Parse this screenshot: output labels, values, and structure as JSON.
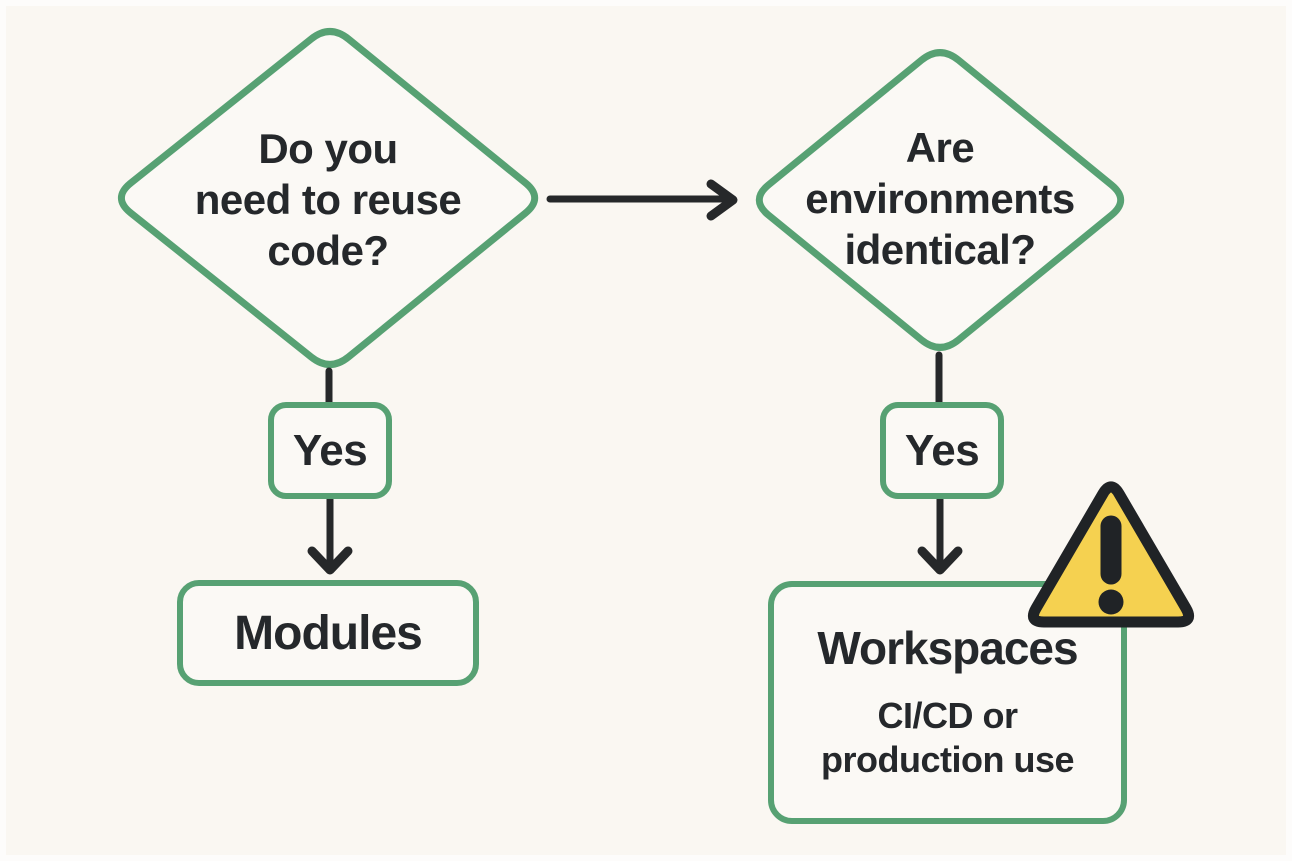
{
  "diagram": {
    "type": "flowchart",
    "colors": {
      "background": "#faf7f2",
      "node_fill": "#fbf9f5",
      "accent_green": "#57a173",
      "ink": "#25282b",
      "warning_yellow": "#f5d150",
      "warning_outline": "#202326"
    },
    "decision_reuse": {
      "lines": [
        "Do you",
        "need to reuse",
        "code?"
      ]
    },
    "decision_environments": {
      "lines": [
        "Are",
        "environments",
        "identical?"
      ]
    },
    "edge_left": {
      "label": "Yes"
    },
    "edge_right": {
      "label": "Yes"
    },
    "result_modules": {
      "title": "Modules"
    },
    "result_workspaces": {
      "title": "Workspaces",
      "subtitle_lines": [
        "CI/CD or",
        "production use"
      ]
    },
    "icons": {
      "warning": "warning-triangle-icon"
    }
  }
}
